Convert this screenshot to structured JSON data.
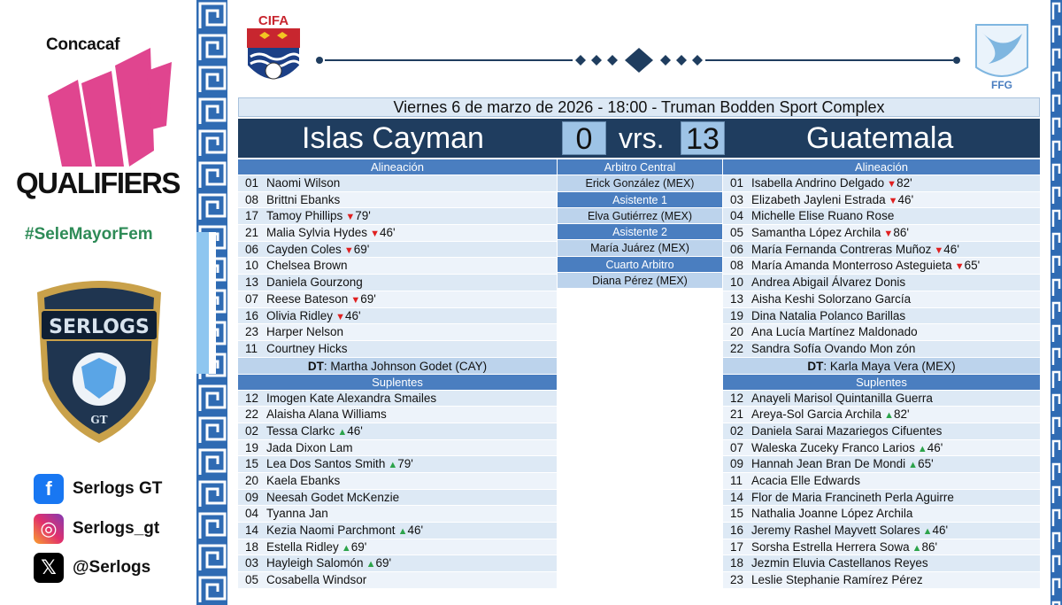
{
  "sidebar": {
    "concacaf": "Concacaf",
    "qualifiers": "QUALIFIERS",
    "hashtag": "#SeleMayorFem",
    "shield_text": "SERLOGS",
    "shield_sub": "GT",
    "social": [
      {
        "icon": "facebook-icon",
        "glyph": "f",
        "label": "Serlogs GT"
      },
      {
        "icon": "instagram-icon",
        "glyph": "◎",
        "label": "Serlogs_gt"
      },
      {
        "icon": "x-icon",
        "glyph": "𝕏",
        "label": "@Serlogs"
      }
    ]
  },
  "logos": {
    "left": "CIFA",
    "right": "FFG"
  },
  "match": {
    "info": "Viernes 6 de marzo de 2026 - 18:00 - Truman Bodden Sport Complex",
    "home": "Islas Cayman",
    "away": "Guatemala",
    "home_score": "0",
    "away_score": "13",
    "vs": "vrs."
  },
  "headers": {
    "lineup": "Alineación",
    "subs": "Suplentes"
  },
  "home": {
    "coach_label": "DT",
    "coach": ": Martha Johnson Godet (CAY)",
    "lineup": [
      {
        "n": "01",
        "name": "Naomi Wilson",
        "ev": "",
        "min": ""
      },
      {
        "n": "08",
        "name": "Brittni Ebanks",
        "ev": "",
        "min": ""
      },
      {
        "n": "17",
        "name": "Tamoy Phillips",
        "ev": "down",
        "min": "79'"
      },
      {
        "n": "21",
        "name": "Malia Sylvia Hydes",
        "ev": "down",
        "min": "46'"
      },
      {
        "n": "06",
        "name": "Cayden Coles",
        "ev": "down",
        "min": "69'"
      },
      {
        "n": "10",
        "name": "Chelsea Brown",
        "ev": "",
        "min": ""
      },
      {
        "n": "13",
        "name": "Daniela Gourzong",
        "ev": "",
        "min": ""
      },
      {
        "n": "07",
        "name": "Reese Bateson",
        "ev": "down",
        "min": "69'"
      },
      {
        "n": "16",
        "name": "Olivia Ridley",
        "ev": "down",
        "min": "46'"
      },
      {
        "n": "23",
        "name": "Harper Nelson",
        "ev": "",
        "min": ""
      },
      {
        "n": "11",
        "name": "Courtney Hicks",
        "ev": "",
        "min": ""
      }
    ],
    "subs": [
      {
        "n": "12",
        "name": "Imogen Kate Alexandra Smailes",
        "ev": "",
        "min": ""
      },
      {
        "n": "22",
        "name": "Alaisha Alana Williams",
        "ev": "",
        "min": ""
      },
      {
        "n": "02",
        "name": "Tessa Clarkc",
        "ev": "up",
        "min": "46'"
      },
      {
        "n": "19",
        "name": "Jada Dixon Lam",
        "ev": "",
        "min": ""
      },
      {
        "n": "15",
        "name": "Lea Dos Santos Smith",
        "ev": "up",
        "min": "79'"
      },
      {
        "n": "20",
        "name": "Kaela Ebanks",
        "ev": "",
        "min": ""
      },
      {
        "n": "09",
        "name": "Neesah Godet McKenzie",
        "ev": "",
        "min": ""
      },
      {
        "n": "04",
        "name": "Tyanna Jan",
        "ev": "",
        "min": ""
      },
      {
        "n": "14",
        "name": "Kezia Naomi Parchmont",
        "ev": "up",
        "min": "46'"
      },
      {
        "n": "18",
        "name": "Estella Ridley",
        "ev": "up",
        "min": "69'"
      },
      {
        "n": "03",
        "name": "Hayleigh Salomón",
        "ev": "up",
        "min": "69'"
      },
      {
        "n": "05",
        "name": "Cosabella Windsor",
        "ev": "",
        "min": ""
      }
    ]
  },
  "away": {
    "coach_label": "DT",
    "coach": ": Karla Maya Vera (MEX)",
    "lineup": [
      {
        "n": "01",
        "name": "Isabella Andrino Delgado",
        "ev": "down",
        "min": "82'"
      },
      {
        "n": "03",
        "name": "Elizabeth Jayleni Estrada",
        "ev": "down",
        "min": "46'"
      },
      {
        "n": "04",
        "name": "Michelle Elise Ruano Rose",
        "ev": "",
        "min": ""
      },
      {
        "n": "05",
        "name": "Samantha López Archila",
        "ev": "down",
        "min": "86'"
      },
      {
        "n": "06",
        "name": "María Fernanda Contreras Muñoz",
        "ev": "down",
        "min": "46'"
      },
      {
        "n": "08",
        "name": "María Amanda Monterroso Asteguieta",
        "ev": "down",
        "min": "65'"
      },
      {
        "n": "10",
        "name": "Andrea Abigail Álvarez Donis",
        "ev": "",
        "min": ""
      },
      {
        "n": "13",
        "name": "Aisha Keshi Solorzano García",
        "ev": "",
        "min": ""
      },
      {
        "n": "19",
        "name": "Dina Natalia Polanco Barillas",
        "ev": "",
        "min": ""
      },
      {
        "n": "20",
        "name": "Ana Lucía Martínez Maldonado",
        "ev": "",
        "min": ""
      },
      {
        "n": "22",
        "name": "Sandra Sofía Ovando Mon zón",
        "ev": "",
        "min": ""
      }
    ],
    "subs": [
      {
        "n": "12",
        "name": "Anayeli Marisol Quintanilla Guerra",
        "ev": "",
        "min": ""
      },
      {
        "n": "21",
        "name": "Areya-Sol Garcia Archila",
        "ev": "up",
        "min": "82'"
      },
      {
        "n": "02",
        "name": "Daniela Sarai Mazariegos Cifuentes",
        "ev": "",
        "min": ""
      },
      {
        "n": "07",
        "name": "Waleska Zuceky Franco Larios",
        "ev": "up",
        "min": "46'"
      },
      {
        "n": "09",
        "name": "Hannah Jean Bran De Mondi",
        "ev": "up",
        "min": "65'"
      },
      {
        "n": "11",
        "name": "Acacia Elle Edwards",
        "ev": "",
        "min": ""
      },
      {
        "n": "14",
        "name": "Flor de Maria Francineth Perla Aguirre",
        "ev": "",
        "min": ""
      },
      {
        "n": "15",
        "name": "Nathalia Joanne López Archila",
        "ev": "",
        "min": ""
      },
      {
        "n": "16",
        "name": "Jeremy Rashel Mayvett Solares",
        "ev": "up",
        "min": "46'"
      },
      {
        "n": "17",
        "name": "Sorsha Estrella Herrera Sowa",
        "ev": "up",
        "min": "86'"
      },
      {
        "n": "18",
        "name": "Jezmin Eluvia Castellanos Reyes",
        "ev": "",
        "min": ""
      },
      {
        "n": "23",
        "name": "Leslie Stephanie Ramírez Pérez",
        "ev": "",
        "min": ""
      }
    ]
  },
  "referees": [
    {
      "role": "Arbitro Central",
      "name": "Erick González (MEX)"
    },
    {
      "role": "Asistente 1",
      "name": "Elva Gutiérrez (MEX)"
    },
    {
      "role": "Asistente 2",
      "name": "María Juárez (MEX)"
    },
    {
      "role": "Cuarto Arbitro",
      "name": "Diana Pérez (MEX)"
    }
  ],
  "colors": {
    "dark_navy": "#1f3d5f",
    "header_blue": "#4a7ec0",
    "light_blue": "#dde9f5",
    "score_blue": "#9dc3e6",
    "down_red": "#e02020",
    "up_green": "#2ca34a",
    "pink": "#e0458f"
  }
}
